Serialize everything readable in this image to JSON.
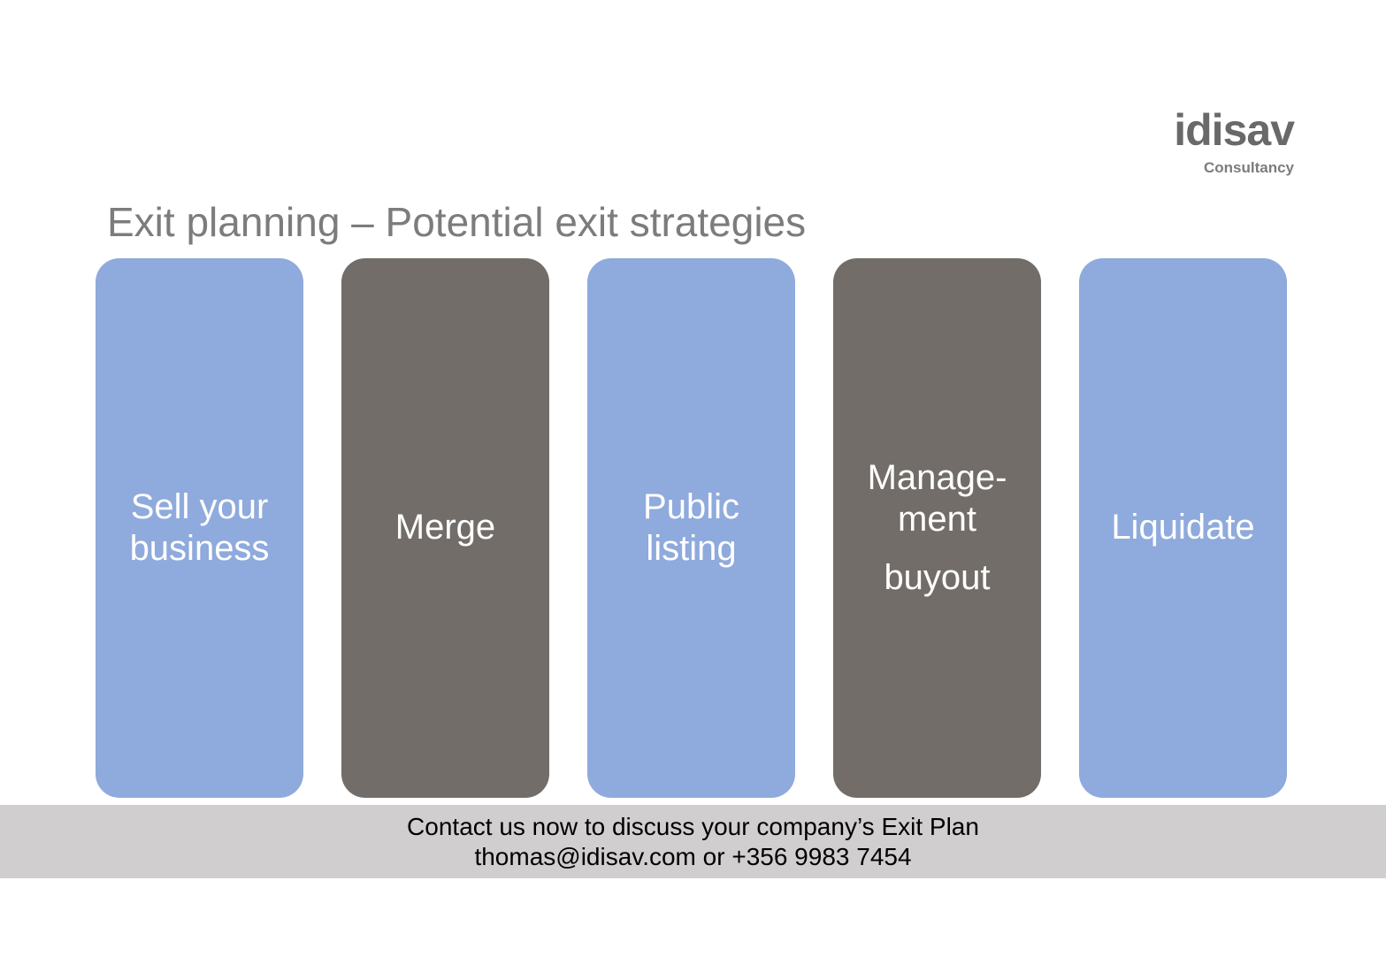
{
  "logo": {
    "name": "idisav",
    "tagline": "Consultancy"
  },
  "title": "Exit planning – Potential exit strategies",
  "strategies": [
    {
      "label": "Sell your business",
      "text": "Sell your\nbusiness",
      "variant": "blue"
    },
    {
      "label": "Merge",
      "text": "Merge",
      "variant": "gray"
    },
    {
      "label": "Public listing",
      "text": "Public\nlisting",
      "variant": "blue"
    },
    {
      "label": "Management buyout",
      "text": "Manage-\nment",
      "text2": "buyout",
      "variant": "gray"
    },
    {
      "label": "Liquidate",
      "text": "Liquidate",
      "variant": "blue"
    }
  ],
  "footer": {
    "line1": "Contact us now to discuss your company’s Exit Plan",
    "line2": "thomas@idisav.com or +356 9983 7454"
  },
  "colors": {
    "blue": "#8FAADC",
    "gray": "#726D68",
    "footer-bg": "#D0CECE",
    "title-color": "#7C7C7C",
    "logo-color": "#696969",
    "tagline-color": "#7C7C7C",
    "card-text": "#FFFFFF",
    "footer-text": "#000000"
  }
}
